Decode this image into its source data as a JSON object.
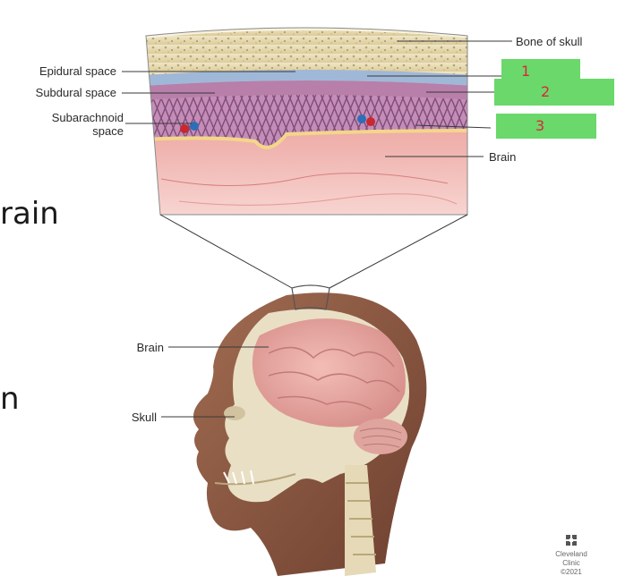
{
  "labels": {
    "bone_of_skull": "Bone of skull",
    "epidural_space": "Epidural space",
    "subdural_space": "Subdural space",
    "subarachnoid_line1": "Subarachnoid",
    "subarachnoid_line2": "space",
    "brain_inset": "Brain",
    "brain_head": "Brain",
    "skull_head": "Skull"
  },
  "annotations": {
    "note_1": "1",
    "note_2": "2",
    "note_3": "3"
  },
  "background_fragments": {
    "top_fragment": "rain",
    "bottom_fragment": "n"
  },
  "logo": {
    "line1": "Cleveland",
    "line2": "Clinic",
    "line3": "©2021"
  },
  "colors": {
    "sticky_note": "#6ad86a",
    "annotation_ink": "#d8283a",
    "bone": "#e8dcb8",
    "membrane": "#b98fb4",
    "brain_tissue": "#e8a3a0",
    "skin": "#8a5a44"
  }
}
